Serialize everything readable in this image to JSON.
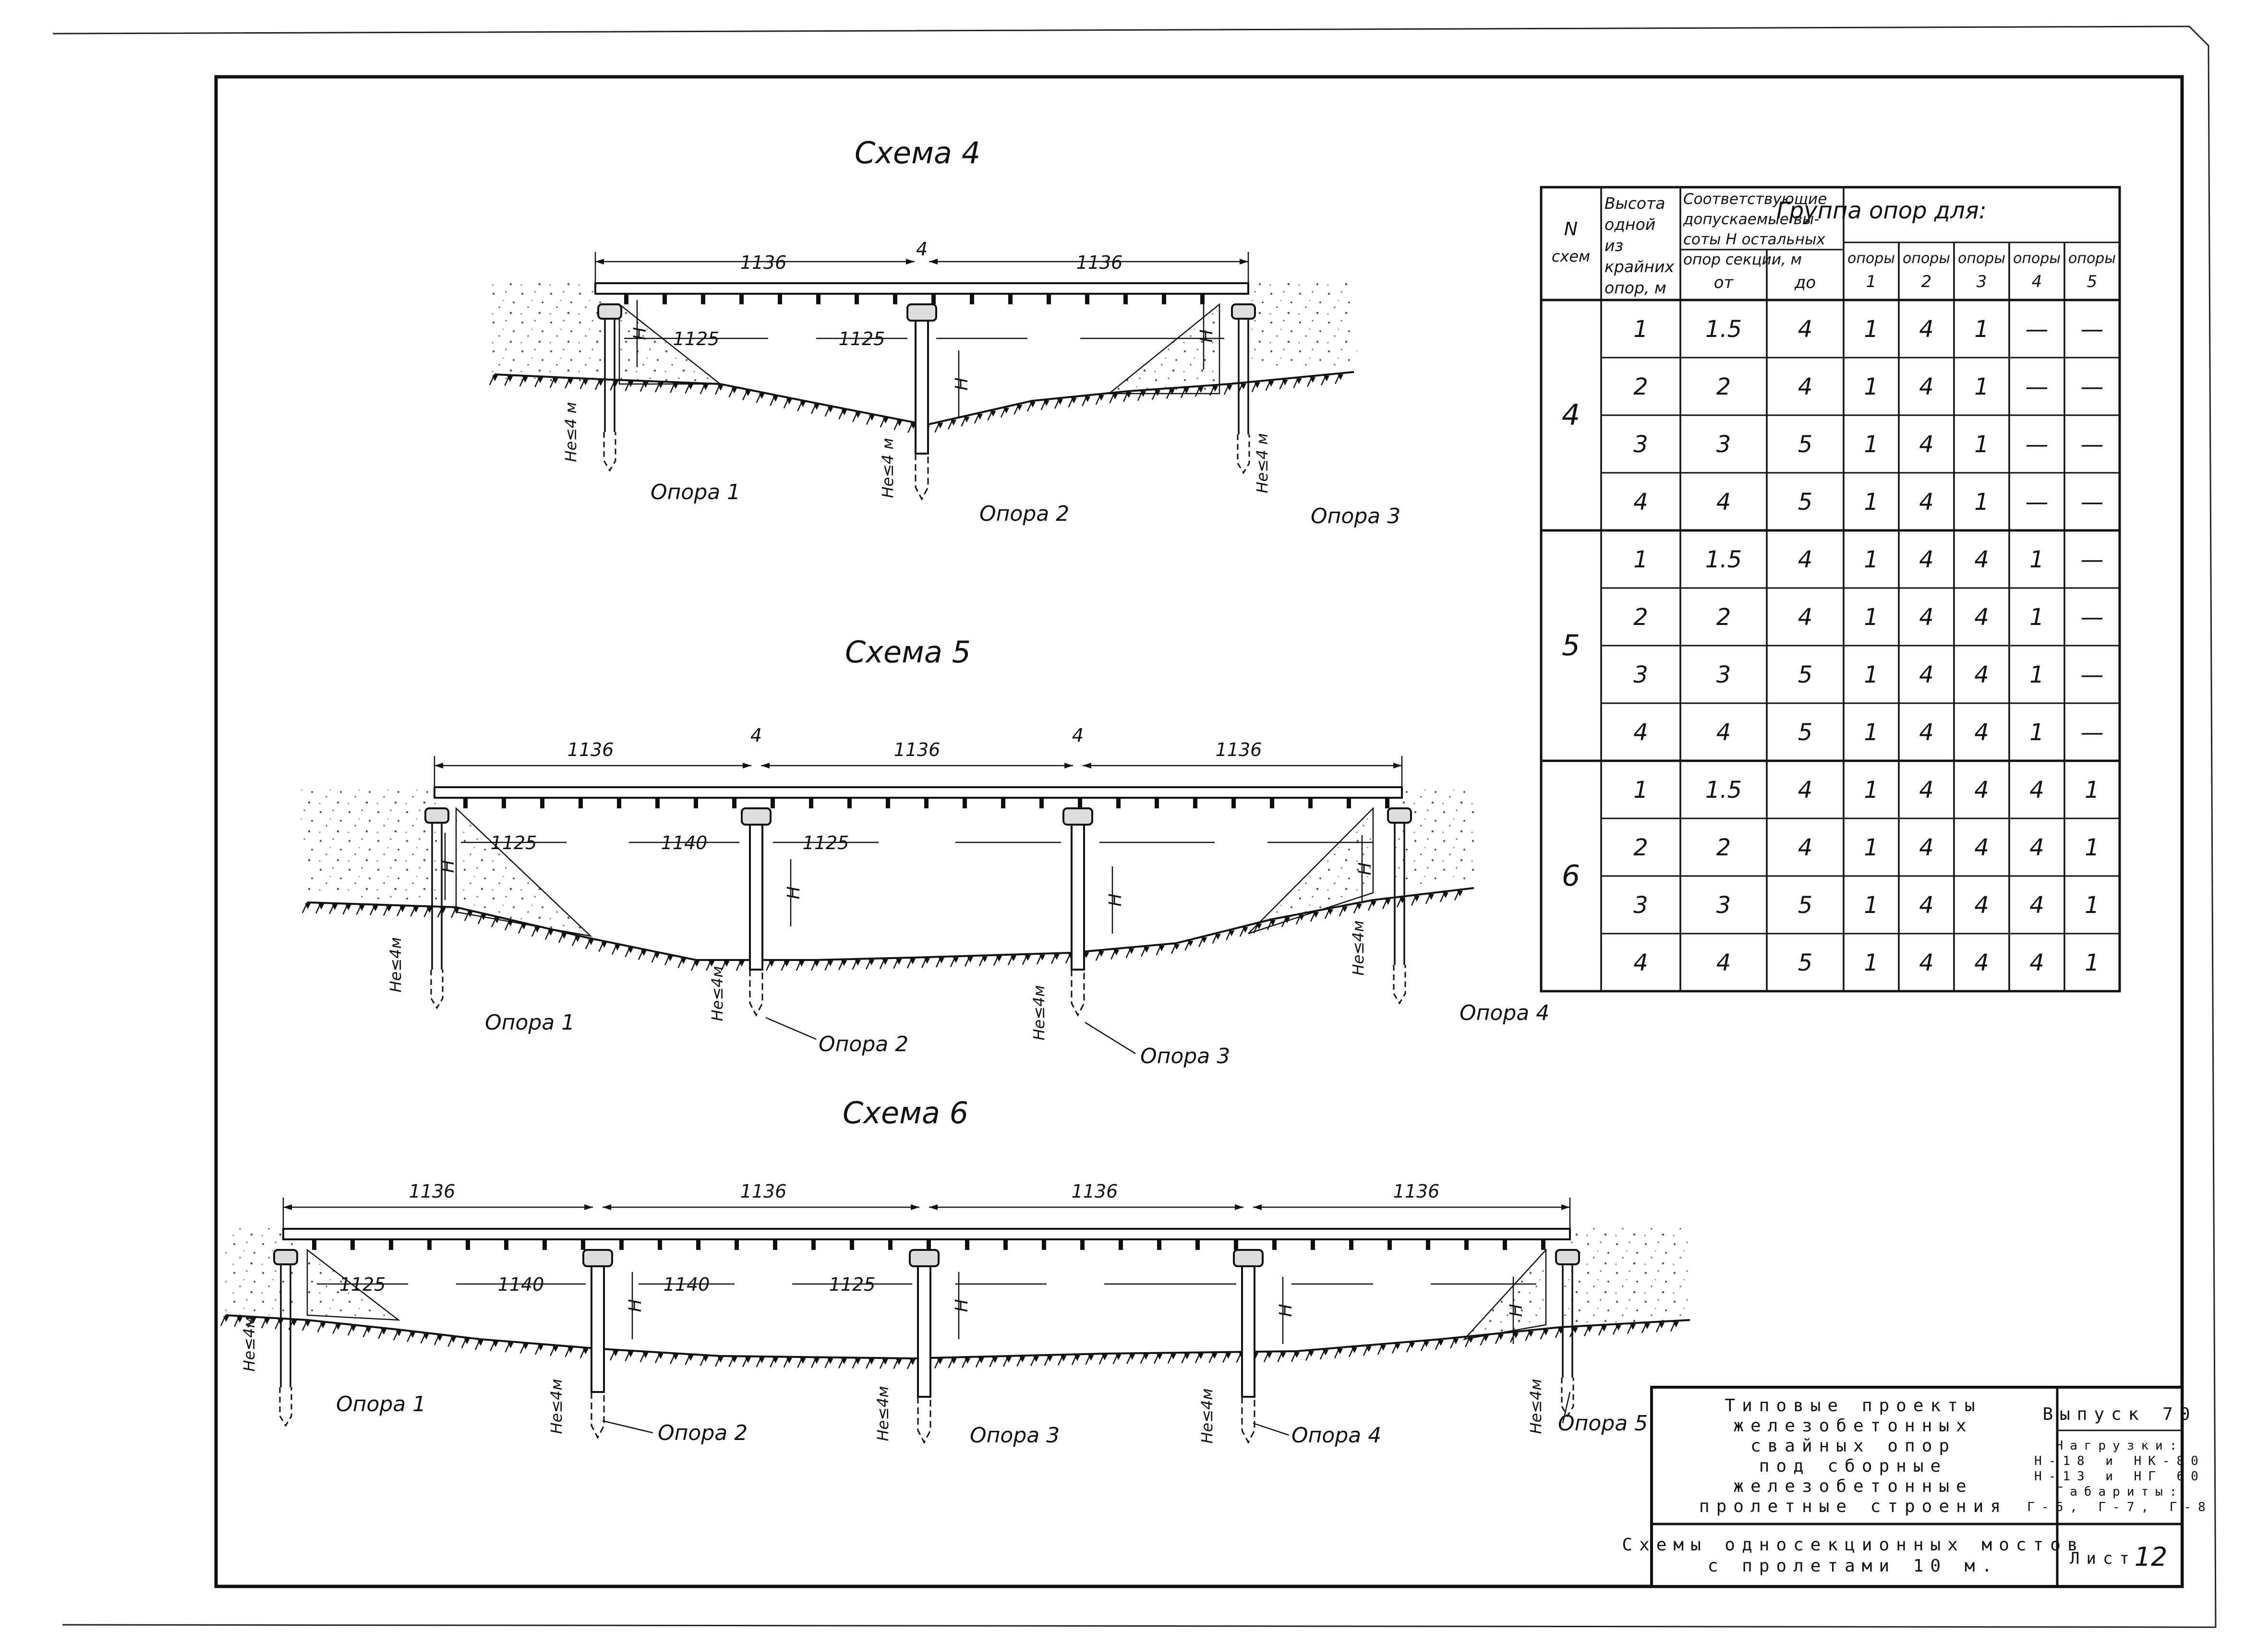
{
  "schemes": [
    {
      "title": "Схема 4",
      "dims_top": [
        "1136",
        "4",
        "1136"
      ],
      "dims_inner": [
        "1125",
        "1125"
      ],
      "h_label": "H",
      "depth_label": "Не≤4 м",
      "supports": [
        "Опора 1",
        "Опора 2",
        "Опора 3"
      ]
    },
    {
      "title": "Схема 5",
      "dims_top": [
        "1136",
        "4",
        "1136",
        "4",
        "1136"
      ],
      "dims_inner": [
        "1125",
        "1140",
        "1125"
      ],
      "h_label": "H",
      "depth_label": "Не≤4м",
      "supports": [
        "Опора 1",
        "Опора 2",
        "Опора 3",
        "Опора 4"
      ]
    },
    {
      "title": "Схема 6",
      "dims_top": [
        "1136",
        "1136",
        "1136",
        "1136"
      ],
      "dims_inner": [
        "1125",
        "1140",
        "1140",
        "1125"
      ],
      "h_label": "H",
      "depth_label": "Не≤4м",
      "supports": [
        "Опора 1",
        "Опора 2",
        "Опора 3",
        "Опора 4",
        "Опора 5"
      ]
    }
  ],
  "table": {
    "header": {
      "n_scheme": [
        "N",
        "схем"
      ],
      "height": [
        "Высота",
        "одной",
        "из",
        "крайних",
        "опор, м"
      ],
      "range": [
        "Соответствующие",
        "допускаемые вы-",
        "соты H остальных",
        "опор секции, м"
      ],
      "from": "от",
      "to": "до",
      "group": "Группа опор для:",
      "supports": [
        [
          "опоры",
          "1"
        ],
        [
          "опоры",
          "2"
        ],
        [
          "опоры",
          "3"
        ],
        [
          "опоры",
          "4"
        ],
        [
          "опоры",
          "5"
        ]
      ]
    },
    "groups": [
      {
        "scheme": "4",
        "rows": [
          [
            "1",
            "1.5",
            "4",
            "1",
            "4",
            "1",
            "—",
            "—"
          ],
          [
            "2",
            "2",
            "4",
            "1",
            "4",
            "1",
            "—",
            "—"
          ],
          [
            "3",
            "3",
            "5",
            "1",
            "4",
            "1",
            "—",
            "—"
          ],
          [
            "4",
            "4",
            "5",
            "1",
            "4",
            "1",
            "—",
            "—"
          ]
        ]
      },
      {
        "scheme": "5",
        "rows": [
          [
            "1",
            "1.5",
            "4",
            "1",
            "4",
            "4",
            "1",
            "—"
          ],
          [
            "2",
            "2",
            "4",
            "1",
            "4",
            "4",
            "1",
            "—"
          ],
          [
            "3",
            "3",
            "5",
            "1",
            "4",
            "4",
            "1",
            "—"
          ],
          [
            "4",
            "4",
            "5",
            "1",
            "4",
            "4",
            "1",
            "—"
          ]
        ]
      },
      {
        "scheme": "6",
        "rows": [
          [
            "1",
            "1.5",
            "4",
            "1",
            "4",
            "4",
            "4",
            "1"
          ],
          [
            "2",
            "2",
            "4",
            "1",
            "4",
            "4",
            "4",
            "1"
          ],
          [
            "3",
            "3",
            "5",
            "1",
            "4",
            "4",
            "4",
            "1"
          ],
          [
            "4",
            "4",
            "5",
            "1",
            "4",
            "4",
            "4",
            "1"
          ]
        ]
      }
    ]
  },
  "title_block": {
    "project_lines": [
      "Типовые проекты",
      "железобетонных",
      "свайных опор",
      "под сборные",
      "железобетонные",
      "пролетные строения"
    ],
    "issue": "Выпуск 70",
    "loads_lines": [
      "Нагрузки:",
      "Н-18 и НК-80",
      "Н-13 и НГ 60",
      "Габариты:",
      "Г-6, Г-7, Г-8"
    ],
    "sheet_title_lines": [
      "Схемы односекционных мостов",
      "с пролетами 10 м."
    ],
    "sheet_label": "Лист",
    "sheet_number": "12"
  }
}
